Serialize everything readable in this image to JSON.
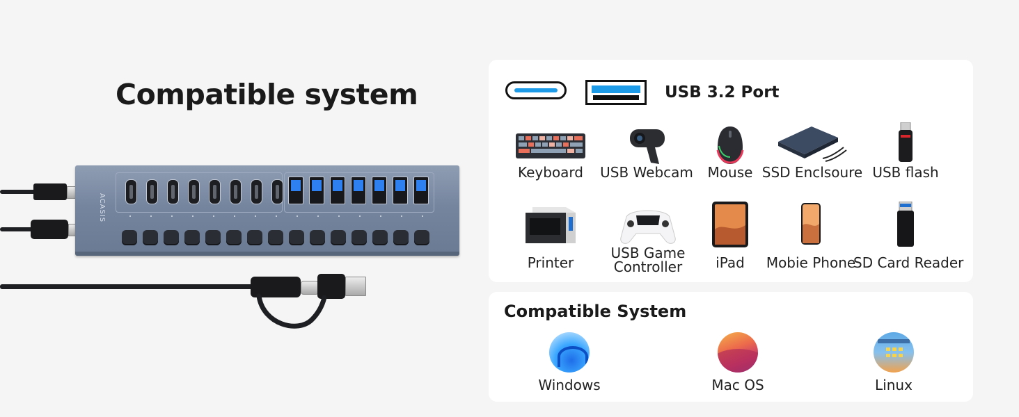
{
  "headline": "Compatible system",
  "hub": {
    "brand": "ACASIS",
    "typec_count": 8,
    "typea_count": 7,
    "button_count": 15
  },
  "ports": {
    "label": "USB 3.2 Port",
    "accent": "#1d9be8"
  },
  "devices": [
    {
      "label": "Keyboard",
      "icon": "keyboard-icon"
    },
    {
      "label": "USB Webcam",
      "icon": "webcam-icon"
    },
    {
      "label": "Mouse",
      "icon": "mouse-icon"
    },
    {
      "label": "SSD Enclsoure",
      "icon": "ssd-enclosure-icon"
    },
    {
      "label": "USB flash",
      "icon": "usb-flash-icon"
    },
    {
      "label": "Printer",
      "icon": "printer-icon"
    },
    {
      "label": "USB Game Controller",
      "icon": "game-controller-icon"
    },
    {
      "label": "iPad",
      "icon": "ipad-icon"
    },
    {
      "label": "Mobie Phone",
      "icon": "phone-icon"
    },
    {
      "label": "SD Card Reader",
      "icon": "sd-card-reader-icon"
    }
  ],
  "systems": {
    "title": "Compatible System",
    "items": [
      {
        "label": "Windows",
        "icon": "windows-logo-icon"
      },
      {
        "label": "Mac OS",
        "icon": "macos-logo-icon"
      },
      {
        "label": "Linux",
        "icon": "linux-logo-icon"
      }
    ]
  }
}
